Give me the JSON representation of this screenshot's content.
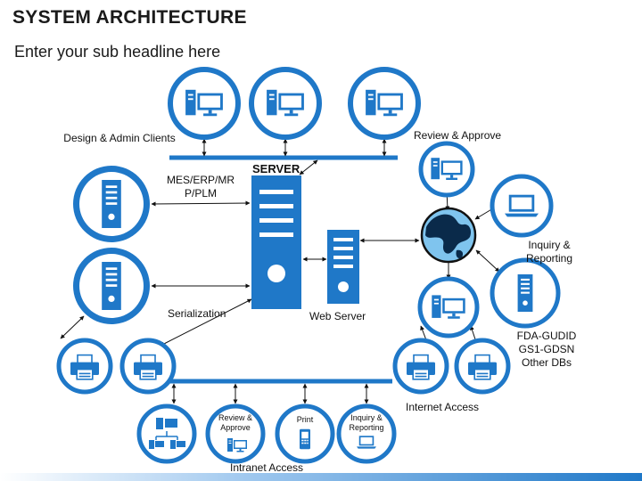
{
  "title": "SYSTEM ARCHITECTURE",
  "subtitle": "Enter your sub headline here",
  "labels": {
    "design_admin": "Design & Admin Clients",
    "mes": "MES/ERP/MR P/PLM",
    "server": "SERVER",
    "web_server": "Web Server",
    "serialization": "Serialization",
    "review_approve": "Review & Approve",
    "inquiry_reporting": "Inquiry & Reporting",
    "fda": "FDA-GUDID GS1-GDSN Other DBs",
    "internet_access": "Internet Access",
    "intranet_access": "Intranet Access",
    "small_review": "Review & Approve",
    "small_print": "Print",
    "small_inquiry": "Inquiry & Reporting"
  },
  "colors": {
    "primary": "#1f78c8",
    "globe": "#7fc4ee",
    "ink": "#111111"
  }
}
